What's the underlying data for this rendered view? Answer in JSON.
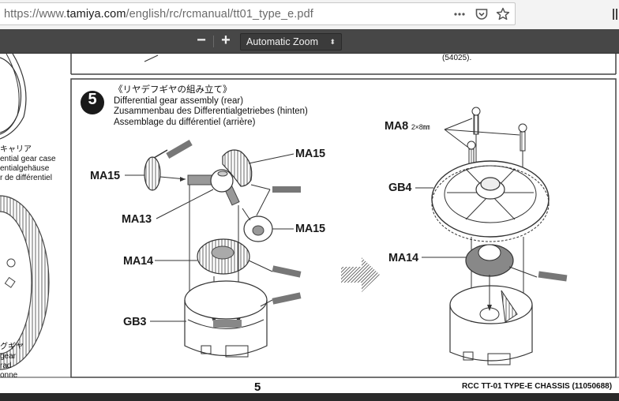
{
  "browser": {
    "url_prefix": "https://www.",
    "url_host": "tamiya.com",
    "url_path": "/english/rc/rcmanual/tt01_type_e.pdf",
    "page_actions_icon": "more-dots-icon",
    "pocket_icon": "pocket-icon",
    "bookmark_icon": "star-icon",
    "library_icon": "library-icon"
  },
  "pdf_toolbar": {
    "zoom_out_label": "−",
    "zoom_in_label": "+",
    "zoom_select_value": "Automatic Zoom",
    "zoom_select_arrows": "⬍"
  },
  "page": {
    "prev_box_text": "(54025).",
    "left_partial_caption": {
      "jp": "キャリア",
      "en": "ential gear case",
      "de": "entialgehäuse",
      "fr": "r de différentiel"
    },
    "left_partial_caption2": {
      "jp": "グギヤ",
      "en": "gear",
      "de": "rad",
      "fr": "onne"
    },
    "step": {
      "number": "5",
      "title_jp": "《リヤデフギヤの組み立て》",
      "title_en": "Differential gear assembly (rear)",
      "title_de": "Zusammenbau des Differentialgetriebes (hinten)",
      "title_fr": "Assemblage du différentiel (arrière)"
    },
    "part_labels": {
      "ma15_top_right": "MA15",
      "ma15_left": "MA15",
      "ma13": "MA13",
      "ma15_bottom": "MA15",
      "ma14_left": "MA14",
      "gb3": "GB3",
      "ma8": "MA8",
      "ma8_size": "2×8㎜",
      "gb4": "GB4",
      "ma14_right": "MA14"
    },
    "page_number": "5",
    "footer": "RCC TT-01 TYPE-E CHASSIS (11050688)"
  }
}
